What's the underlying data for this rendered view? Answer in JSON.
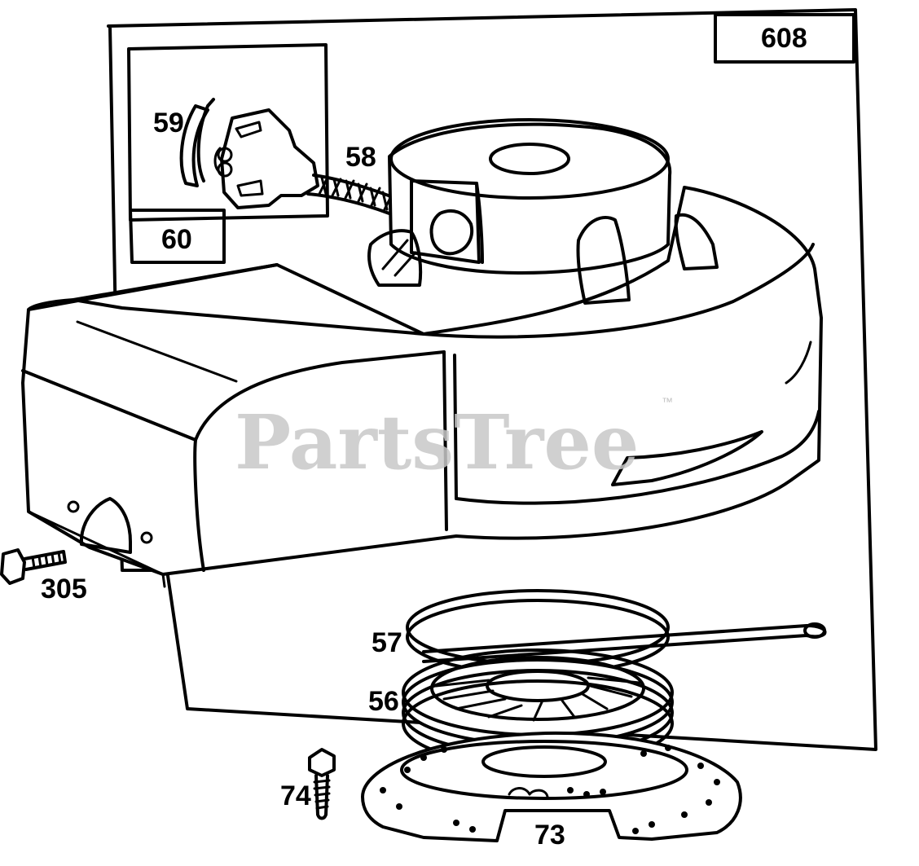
{
  "watermark": {
    "text": "PartsTree",
    "trademark": "™"
  },
  "labels": {
    "608": "608",
    "60": "60",
    "59": "59",
    "58": "58",
    "305": "305",
    "57": "57",
    "56": "56",
    "74": "74",
    "73": "73"
  },
  "colors": {
    "ink": "#000000",
    "paper": "#ffffff",
    "watermark": "#c8c8c8"
  }
}
